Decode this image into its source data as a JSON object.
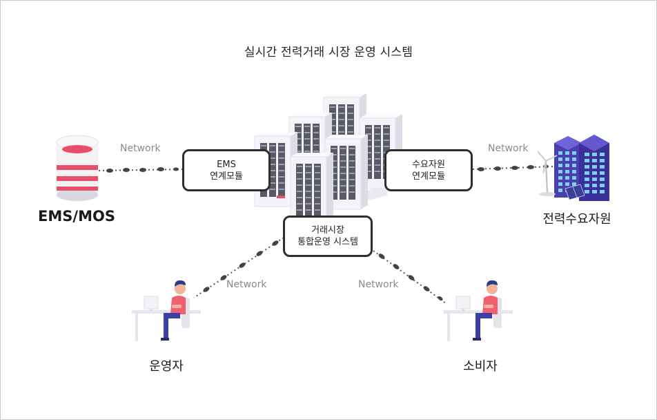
{
  "title": "실시간 전력거래 시장 운영 시스템",
  "modules": {
    "ems": [
      "EMS",
      "연계모듈"
    ],
    "demand": [
      "수요자원",
      "연계모듈"
    ],
    "market": [
      "거래시장",
      "통합운영 시스템"
    ]
  },
  "network_label": "Network",
  "nodes": {
    "ems_mos": "EMS/MOS",
    "demand_resource": "전력수요자원",
    "operator": "운영자",
    "consumer": "소비자"
  },
  "colors": {
    "db_red": "#e8506a",
    "server_purple": "#4b3fb0",
    "person_shirt": "#f06070",
    "person_pants": "#3a40a8"
  }
}
